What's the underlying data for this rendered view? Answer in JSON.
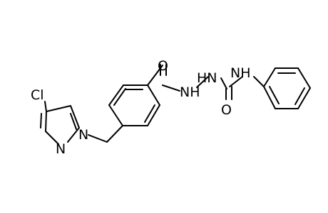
{
  "molecule": {
    "atoms": {
      "cl": "Cl",
      "n_ring": "N",
      "n_ring_sub": "N",
      "o_carbonyl_1": "O",
      "nh_hydrazide": "NH",
      "nh_urea_top": "HN",
      "nh_urea_right": "NH",
      "o_carbonyl_2": "O"
    }
  }
}
